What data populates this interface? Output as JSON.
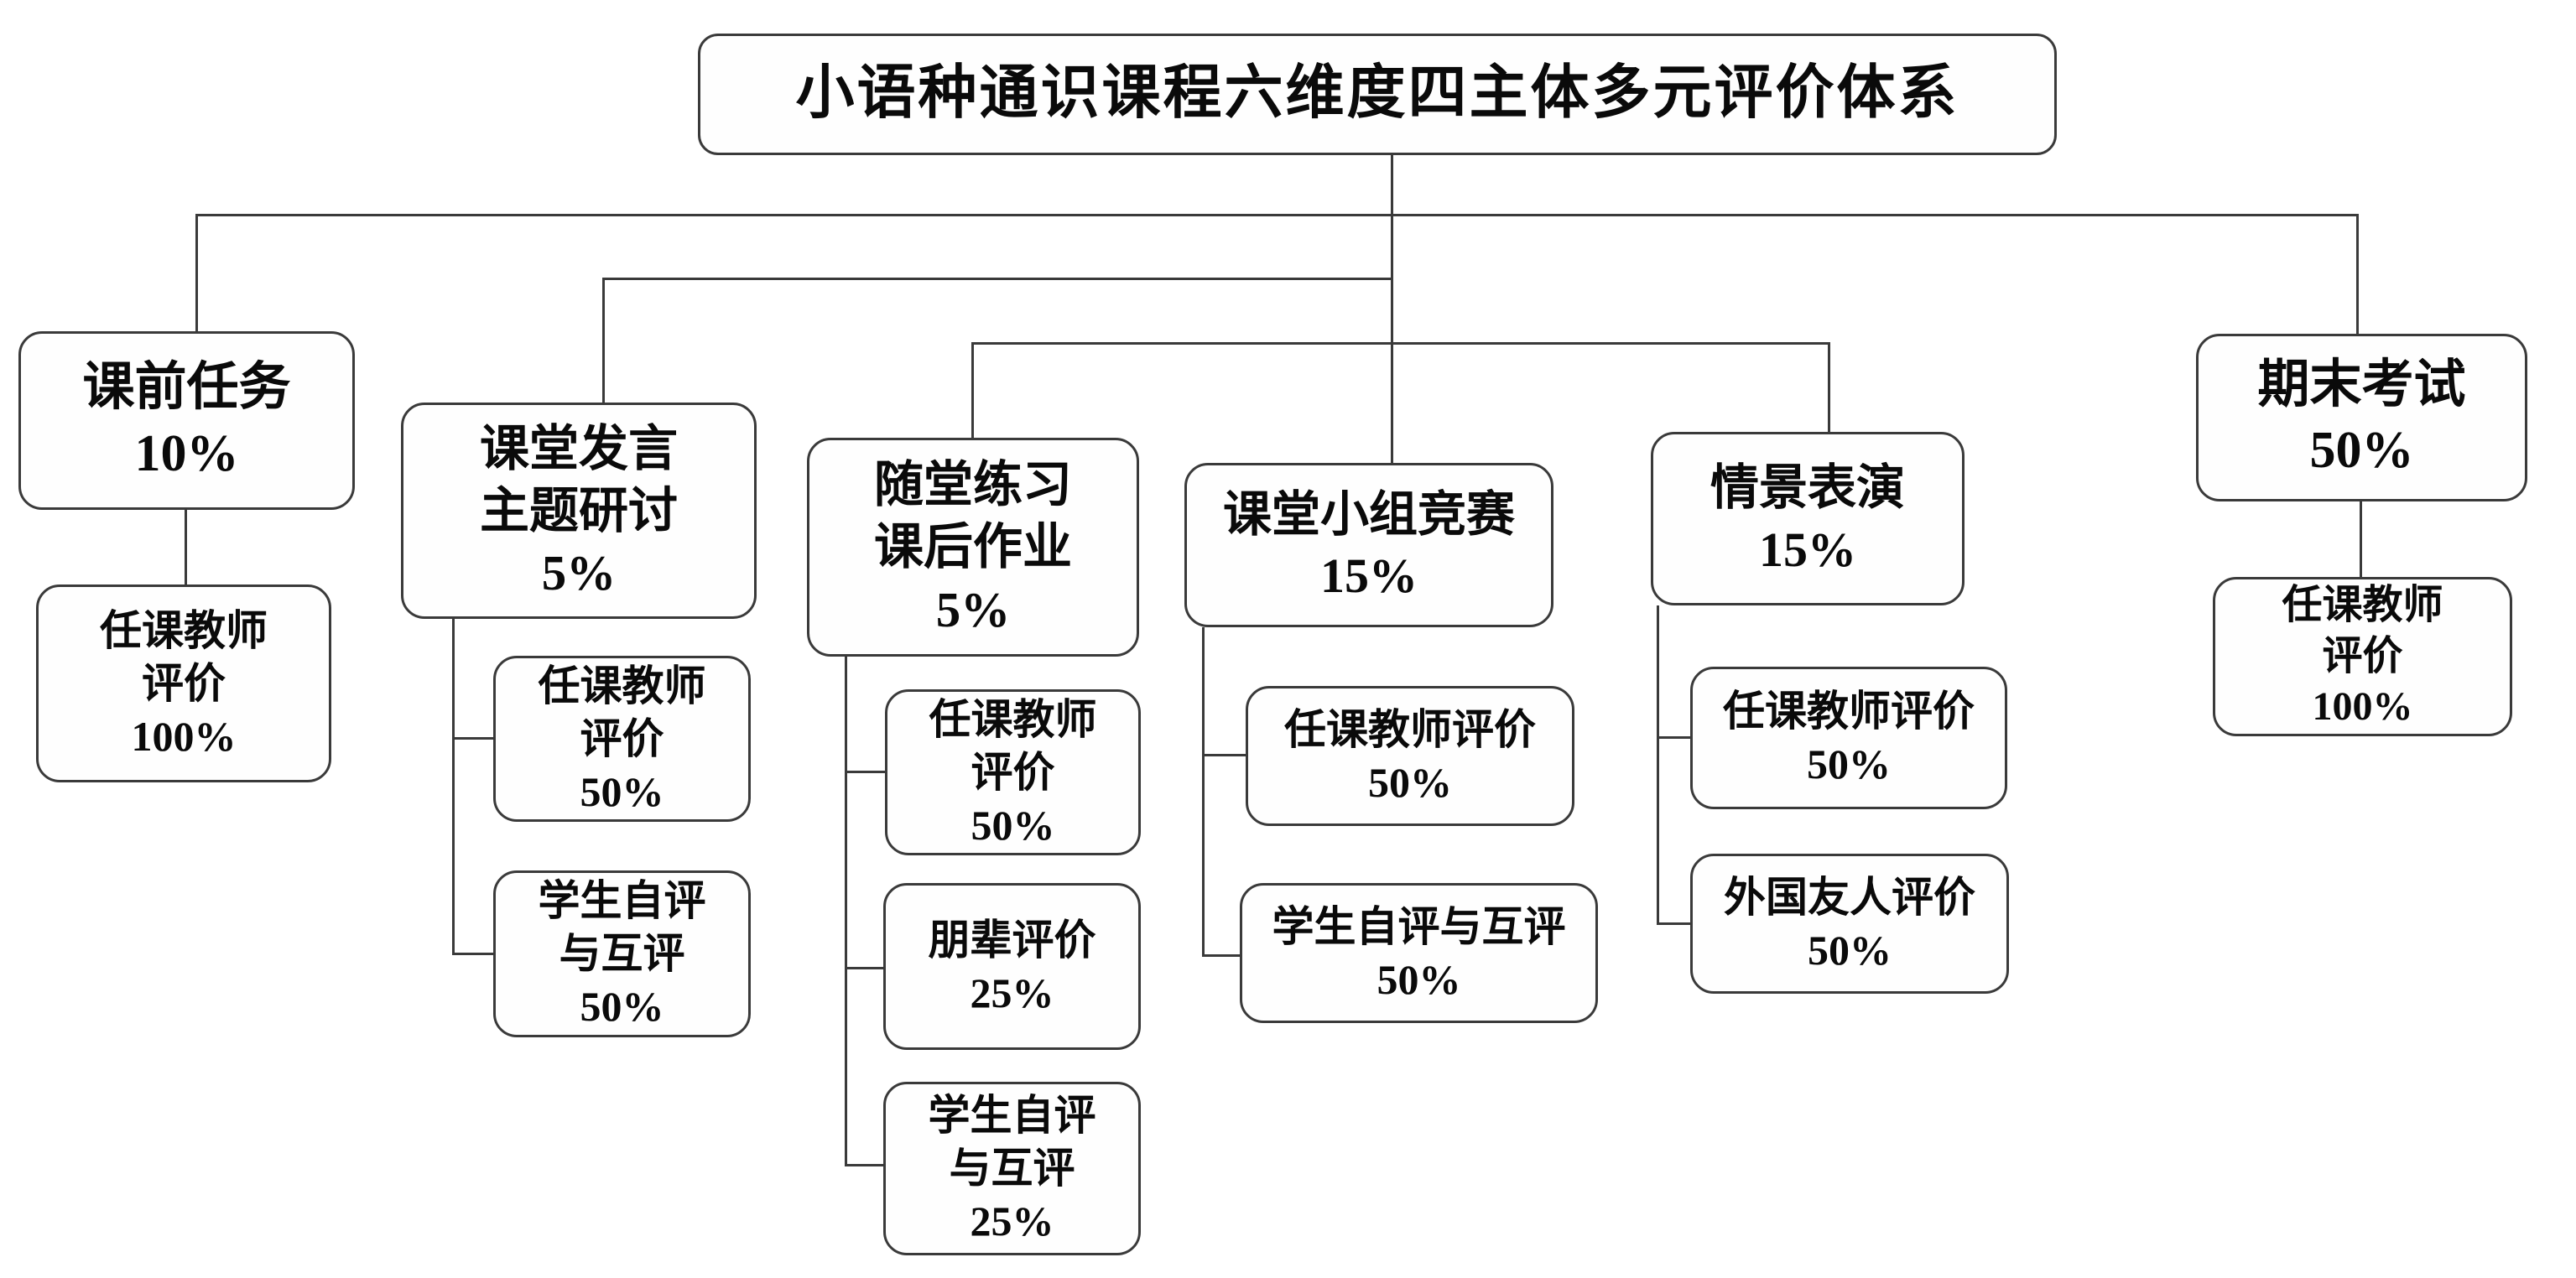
{
  "tree": {
    "root": {
      "label": "小语种通识课程六维度四主体多元评价体系"
    },
    "branches": [
      {
        "id": "pre-class-task",
        "lines": [
          "课前任务"
        ],
        "weight": "10%",
        "children": [
          {
            "id": "teacher-eval",
            "lines": [
              "任课教师",
              "评价"
            ],
            "weight": "100%"
          }
        ]
      },
      {
        "id": "class-speech-seminar",
        "lines": [
          "课堂发言",
          "主题研讨"
        ],
        "weight": "5%",
        "children": [
          {
            "id": "teacher-eval",
            "lines": [
              "任课教师",
              "评价"
            ],
            "weight": "50%"
          },
          {
            "id": "student-self-peer-eval",
            "lines": [
              "学生自评",
              "与互评"
            ],
            "weight": "50%"
          }
        ]
      },
      {
        "id": "exercise-homework",
        "lines": [
          "随堂练习",
          "课后作业"
        ],
        "weight": "5%",
        "children": [
          {
            "id": "teacher-eval",
            "lines": [
              "任课教师",
              "评价"
            ],
            "weight": "50%"
          },
          {
            "id": "peer-eval",
            "lines": [
              "朋辈评价"
            ],
            "weight": "25%"
          },
          {
            "id": "student-self-peer-eval",
            "lines": [
              "学生自评",
              "与互评"
            ],
            "weight": "25%"
          }
        ]
      },
      {
        "id": "group-competition",
        "lines": [
          "课堂小组竞赛"
        ],
        "weight": "15%",
        "children": [
          {
            "id": "teacher-eval",
            "lines": [
              "任课教师评价"
            ],
            "weight": "50%"
          },
          {
            "id": "student-self-peer-eval",
            "lines": [
              "学生自评与互评"
            ],
            "weight": "50%"
          }
        ]
      },
      {
        "id": "scenario-performance",
        "lines": [
          "情景表演"
        ],
        "weight": "15%",
        "children": [
          {
            "id": "teacher-eval",
            "lines": [
              "任课教师评价"
            ],
            "weight": "50%"
          },
          {
            "id": "foreign-friend-eval",
            "lines": [
              "外国友人评价"
            ],
            "weight": "50%"
          }
        ]
      },
      {
        "id": "final-exam",
        "lines": [
          "期末考试"
        ],
        "weight": "50%",
        "children": [
          {
            "id": "teacher-eval",
            "lines": [
              "任课教师",
              "评价"
            ],
            "weight": "100%"
          }
        ]
      }
    ]
  },
  "colors": {
    "border": "#3a3a3a",
    "background": "#ffffff",
    "text": "#0a0a0a"
  }
}
